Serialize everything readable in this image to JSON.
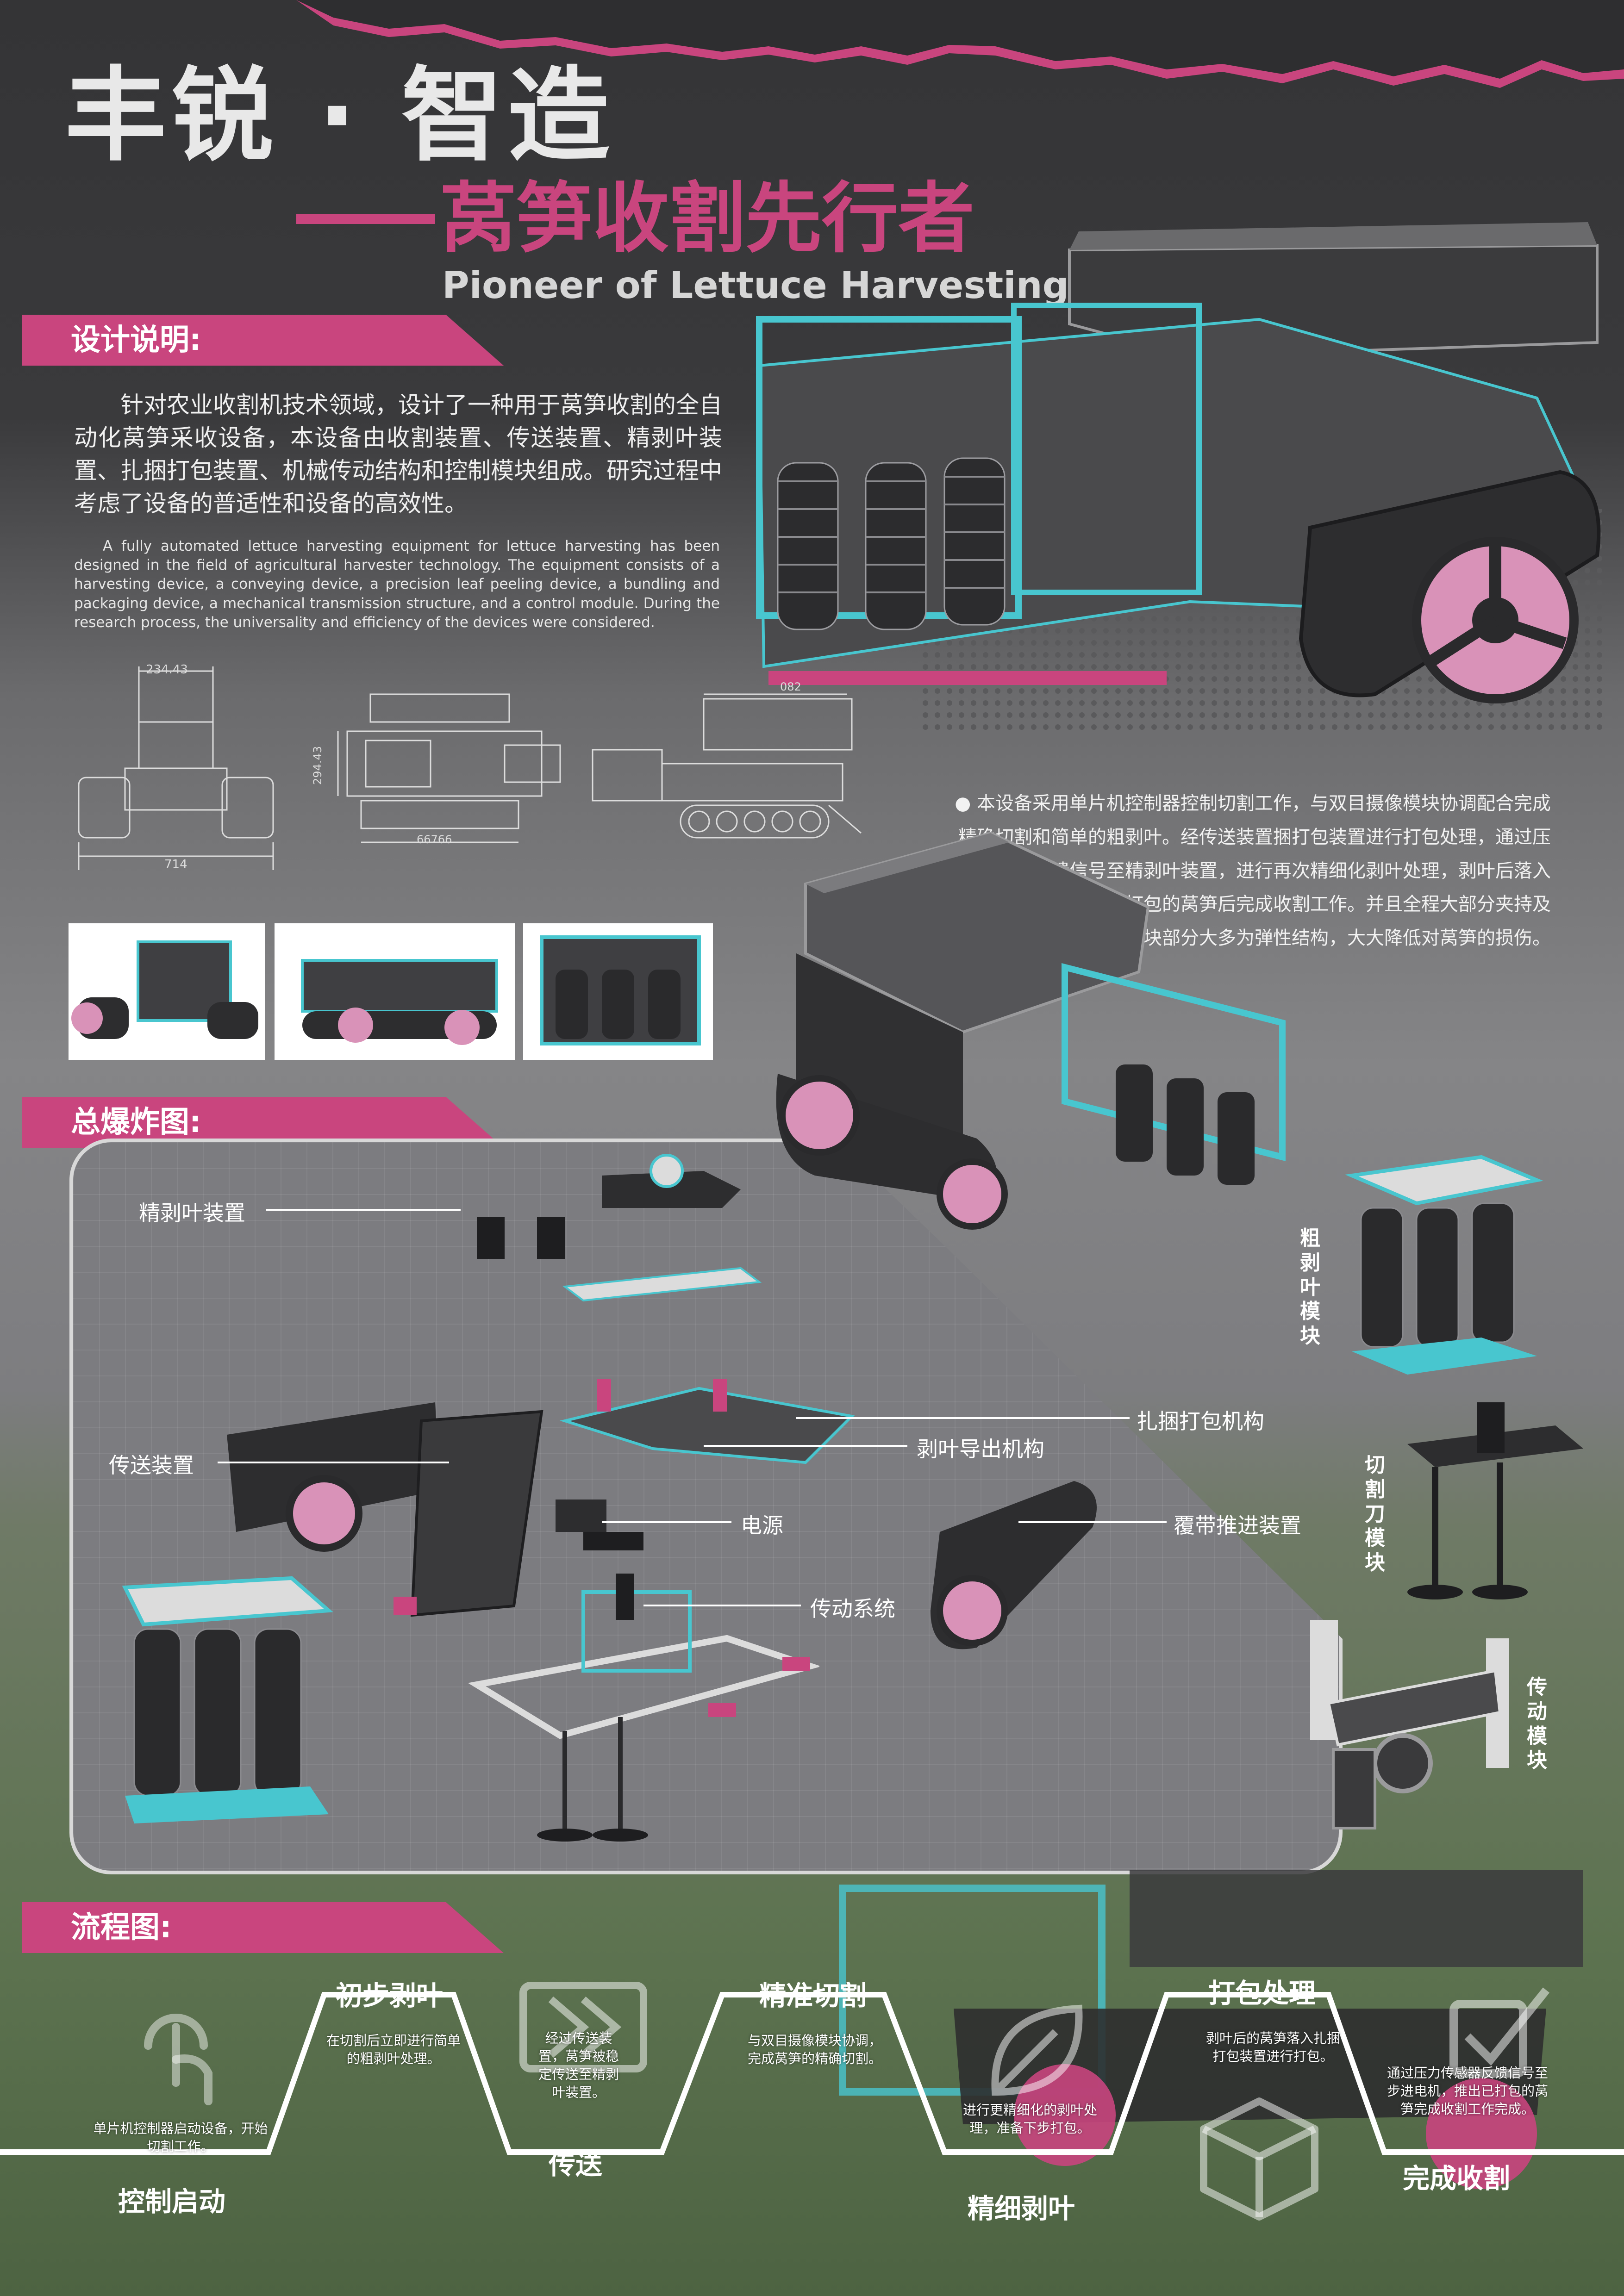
{
  "header": {
    "title": "丰锐 · 智造",
    "subtitle": "莴笋收割先行者",
    "subtitle_en": "Pioneer of Lettuce Harvesting"
  },
  "sections": {
    "design": "设计说明:",
    "explode": "总爆炸图:",
    "flow": "流程图:"
  },
  "design_desc": {
    "cn": "针对农业收割机技术领域，设计了一种用于莴笋收割的全自动化莴笋采收设备，本设备由收割装置、传送装置、精剥叶装置、扎捆打包装置、机械传动结构和控制模块组成。研究过程中考虑了设备的普适性和设备的高效性。",
    "en": "A fully automated lettuce harvesting equipment for lettuce harvesting has been designed in the field of agricultural harvester technology. The equipment consists of a harvesting device, a conveying device, a precision leaf peeling device, a bundling and packaging device, a mechanical transmission structure, and a control module. During the research process, the universality and efficiency of the devices were considered."
  },
  "dimensions": {
    "front_width": "234.43",
    "front_overall": "714",
    "top_height": "294.43",
    "top_length": "66766",
    "side_length": "082"
  },
  "working_note": "● 本设备采用单片机控制器控制切割工作，与双目摄像模块协调配合完成精确切割和简单的粗剥叶。经传送装置捆打包装置进行打包处理，通过压力传感器反馈信号至精剥叶装置，进行再次精细化剥叶处理，剥叶后落入扎步进电机，推出已打包的莴笋后完成收割工作。并且全程大部分夹持及传送模块部分大多为弹性结构，大大降低对莴笋的损伤。",
  "explode_labels": {
    "fine_peel": "精剥叶装置",
    "conveyor": "传送装置",
    "bundle": "扎捆打包机构",
    "leaf_guide": "剥叶导出机构",
    "power": "电源",
    "track": "覆带推进装置",
    "transmission": "传动系统"
  },
  "modules": {
    "coarse_peel": "粗剥叶模块",
    "cutter": "切割刀模块",
    "transmission": "传动模块"
  },
  "flow": {
    "steps": [
      {
        "title": "控制启动",
        "text": "单片机控制器启动设备，开始切割工作。"
      },
      {
        "title": "初步剥叶",
        "text": "在切割后立即进行简单的粗剥叶处理。"
      },
      {
        "title": "传送",
        "text": "经过传送装置，莴笋被稳定传送至精剥叶装置。"
      },
      {
        "title": "精准切割",
        "text": "与双目摄像模块协调，完成莴笋的精确切割。"
      },
      {
        "title": "精细剥叶",
        "text": "进行更精细化的剥叶处理，准备下步打包。"
      },
      {
        "title": "打包处理",
        "text": "剥叶后的莴笋落入扎捆打包装置进行打包。"
      },
      {
        "title": "完成收割",
        "text": "通过压力传感器反馈信号至步进电机，推出已打包的莴笋完成收割工作完成。"
      }
    ]
  },
  "colors": {
    "accent": "#c9457e",
    "frame": "#48c6cf",
    "track": "#2d2d2f",
    "wheel": "#d992b8"
  }
}
